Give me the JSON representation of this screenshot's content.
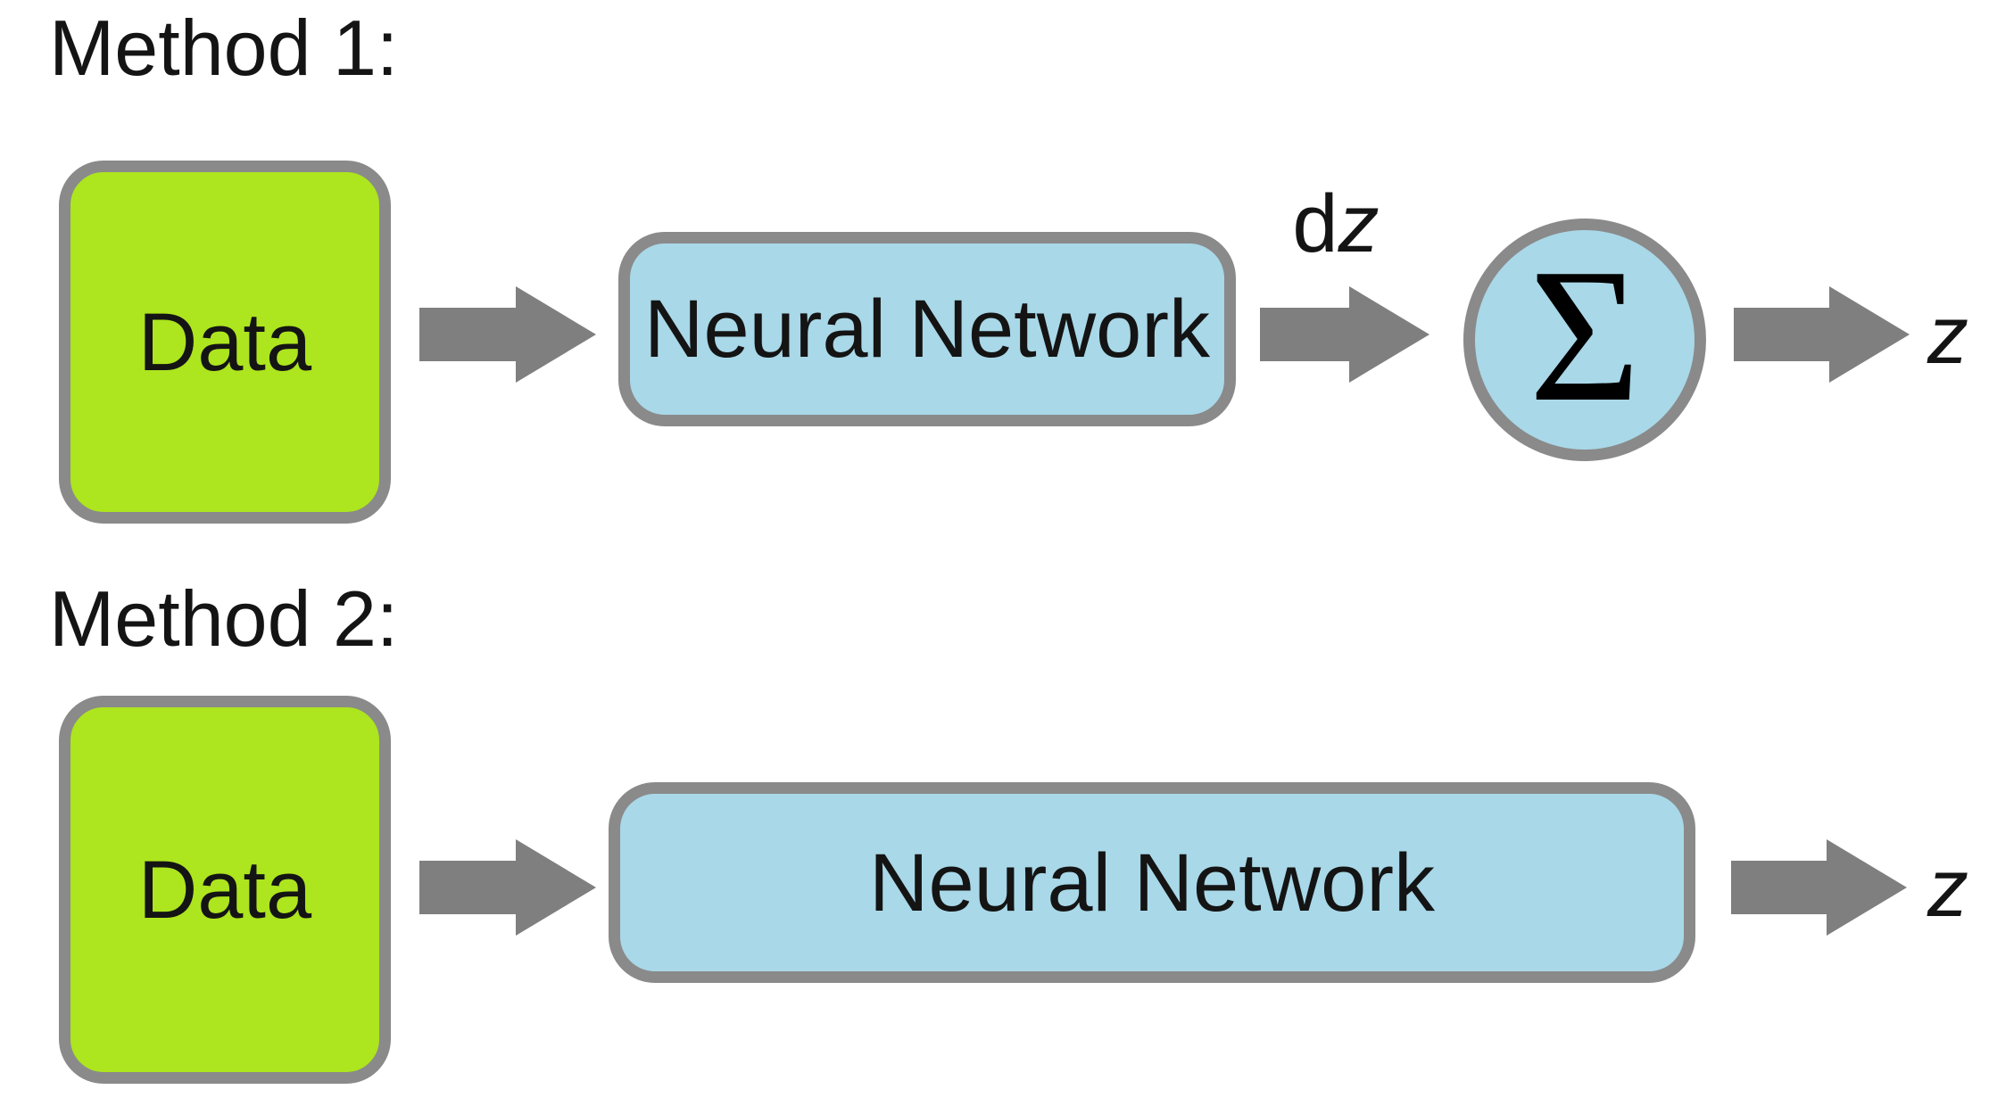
{
  "colors": {
    "background": "#ffffff",
    "box_green": "#ade51e",
    "box_blue": "#a9d8e8",
    "box_border": "#8a8a8a",
    "arrow_gray": "#7f7f7f",
    "text": "#141414"
  },
  "method1": {
    "title": "Method 1:",
    "data_label": "Data",
    "nn_label": "Neural Network",
    "sum_input_prefix": "d",
    "sum_input_var": "z",
    "sum_symbol": "Σ",
    "output_label": "z"
  },
  "method2": {
    "title": "Method 2:",
    "data_label": "Data",
    "nn_label": "Neural Network",
    "output_label": "z"
  }
}
